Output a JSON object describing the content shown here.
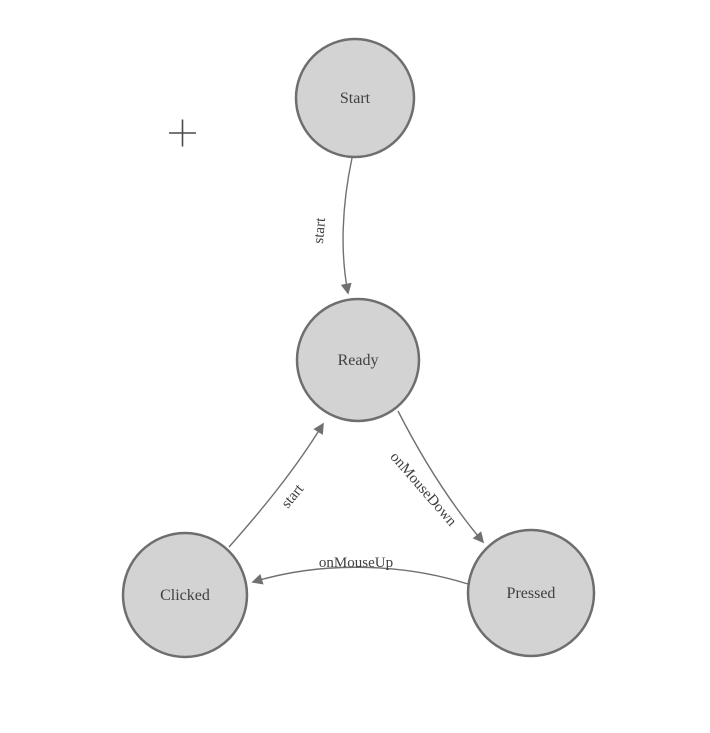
{
  "diagram": {
    "type": "state-machine",
    "cursor_icon": "plus-crosshair",
    "nodes": [
      {
        "id": "Start",
        "label": "Start"
      },
      {
        "id": "Ready",
        "label": "Ready"
      },
      {
        "id": "Clicked",
        "label": "Clicked"
      },
      {
        "id": "Pressed",
        "label": "Pressed"
      }
    ],
    "edges": [
      {
        "from": "Start",
        "to": "Ready",
        "label": "start"
      },
      {
        "from": "Ready",
        "to": "Pressed",
        "label": "onMouseDown"
      },
      {
        "from": "Pressed",
        "to": "Clicked",
        "label": "onMouseUp"
      },
      {
        "from": "Clicked",
        "to": "Ready",
        "label": "start"
      }
    ],
    "colors": {
      "node_fill": "#d3d3d3",
      "node_stroke": "#6e6e6e",
      "edge_stroke": "#707070",
      "label_text": "#404040",
      "background": "#ffffff"
    }
  }
}
